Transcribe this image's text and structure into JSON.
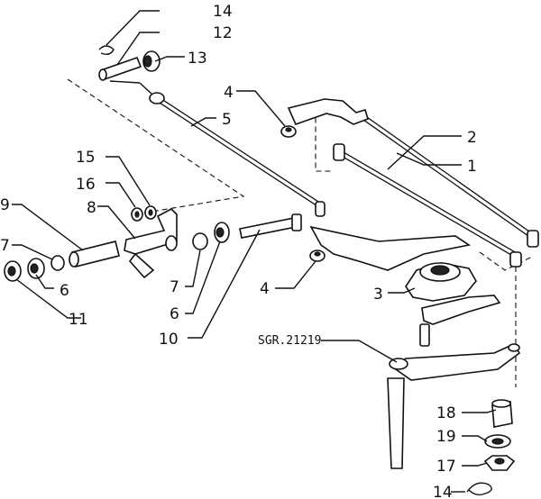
{
  "diagram": {
    "reference_code": "SGR.21219",
    "callouts": [
      {
        "id": "c14a",
        "text": "14"
      },
      {
        "id": "c12",
        "text": "12"
      },
      {
        "id": "c13",
        "text": "13"
      },
      {
        "id": "c4a",
        "text": "4"
      },
      {
        "id": "c5",
        "text": "5"
      },
      {
        "id": "c2",
        "text": "2"
      },
      {
        "id": "c1",
        "text": "1"
      },
      {
        "id": "c15",
        "text": "15"
      },
      {
        "id": "c16",
        "text": "16"
      },
      {
        "id": "c9",
        "text": "9"
      },
      {
        "id": "c8",
        "text": "8"
      },
      {
        "id": "c7a",
        "text": "7"
      },
      {
        "id": "c6a",
        "text": "6"
      },
      {
        "id": "c11",
        "text": "11"
      },
      {
        "id": "c7b",
        "text": "7"
      },
      {
        "id": "c6b",
        "text": "6"
      },
      {
        "id": "c10",
        "text": "10"
      },
      {
        "id": "c4b",
        "text": "4"
      },
      {
        "id": "c3",
        "text": "3"
      },
      {
        "id": "c18",
        "text": "18"
      },
      {
        "id": "c19",
        "text": "19"
      },
      {
        "id": "c17",
        "text": "17"
      },
      {
        "id": "c14b",
        "text": "14"
      }
    ]
  }
}
